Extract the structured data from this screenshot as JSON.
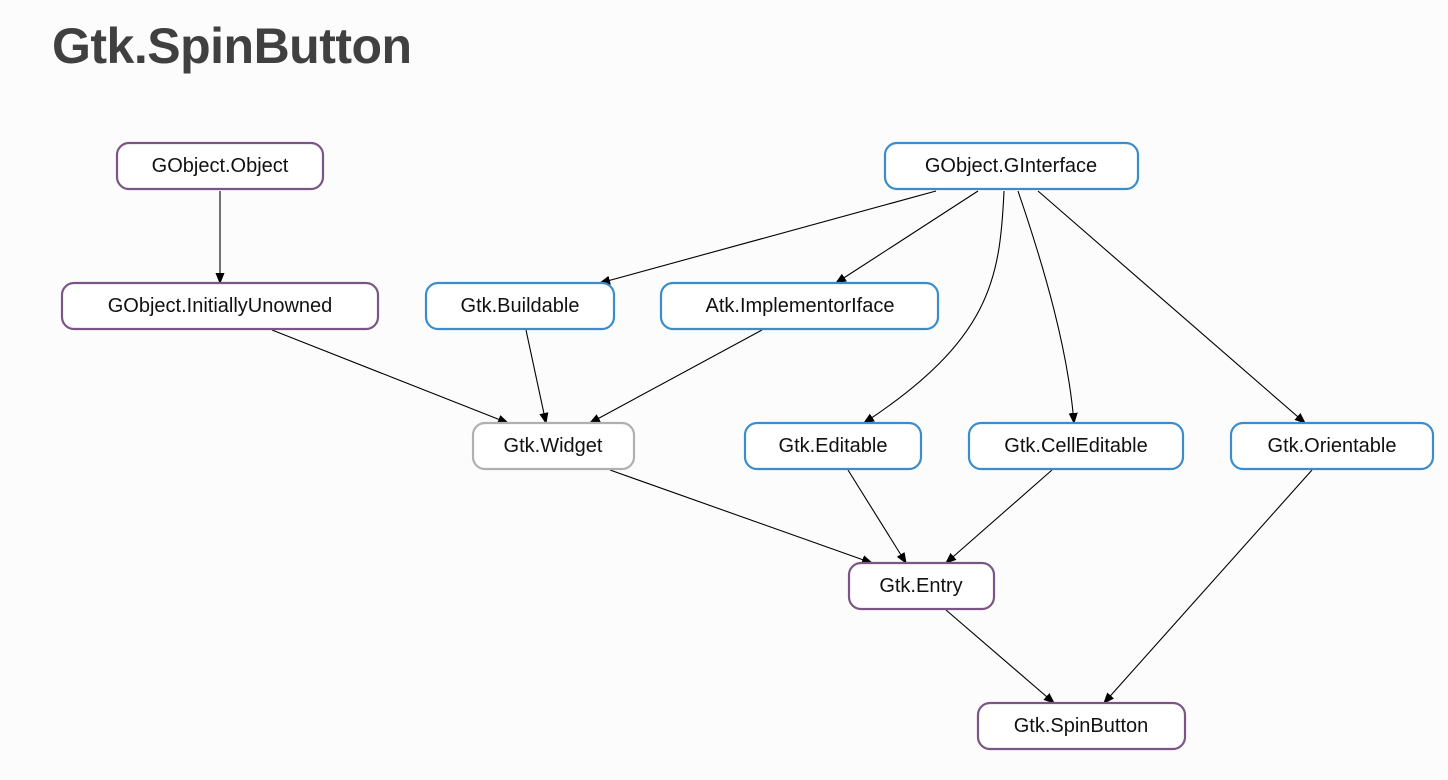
{
  "title": "Gtk.SpinButton",
  "colors": {
    "class_border": "#7a5585",
    "interface_border": "#3a8ccb",
    "abstract_border": "#b0b0b0",
    "title": "#404040"
  },
  "nodes": {
    "gobject_object": {
      "label": "GObject.Object",
      "kind": "class"
    },
    "gobject_ginterface": {
      "label": "GObject.GInterface",
      "kind": "interface"
    },
    "gobject_initiallyunowned": {
      "label": "GObject.InitiallyUnowned",
      "kind": "class"
    },
    "gtk_buildable": {
      "label": "Gtk.Buildable",
      "kind": "interface"
    },
    "atk_implementoriface": {
      "label": "Atk.ImplementorIface",
      "kind": "interface"
    },
    "gtk_widget": {
      "label": "Gtk.Widget",
      "kind": "abstract"
    },
    "gtk_editable": {
      "label": "Gtk.Editable",
      "kind": "interface"
    },
    "gtk_celleditable": {
      "label": "Gtk.CellEditable",
      "kind": "interface"
    },
    "gtk_orientable": {
      "label": "Gtk.Orientable",
      "kind": "interface"
    },
    "gtk_entry": {
      "label": "Gtk.Entry",
      "kind": "class"
    },
    "gtk_spinbutton": {
      "label": "Gtk.SpinButton",
      "kind": "class"
    }
  },
  "edges": [
    {
      "from": "gobject_object",
      "to": "gobject_initiallyunowned"
    },
    {
      "from": "gobject_ginterface",
      "to": "gtk_buildable"
    },
    {
      "from": "gobject_ginterface",
      "to": "atk_implementoriface"
    },
    {
      "from": "gobject_ginterface",
      "to": "gtk_editable"
    },
    {
      "from": "gobject_ginterface",
      "to": "gtk_celleditable"
    },
    {
      "from": "gobject_ginterface",
      "to": "gtk_orientable"
    },
    {
      "from": "gobject_initiallyunowned",
      "to": "gtk_widget"
    },
    {
      "from": "gtk_buildable",
      "to": "gtk_widget"
    },
    {
      "from": "atk_implementoriface",
      "to": "gtk_widget"
    },
    {
      "from": "gtk_widget",
      "to": "gtk_entry"
    },
    {
      "from": "gtk_editable",
      "to": "gtk_entry"
    },
    {
      "from": "gtk_celleditable",
      "to": "gtk_entry"
    },
    {
      "from": "gtk_entry",
      "to": "gtk_spinbutton"
    },
    {
      "from": "gtk_orientable",
      "to": "gtk_spinbutton"
    }
  ]
}
